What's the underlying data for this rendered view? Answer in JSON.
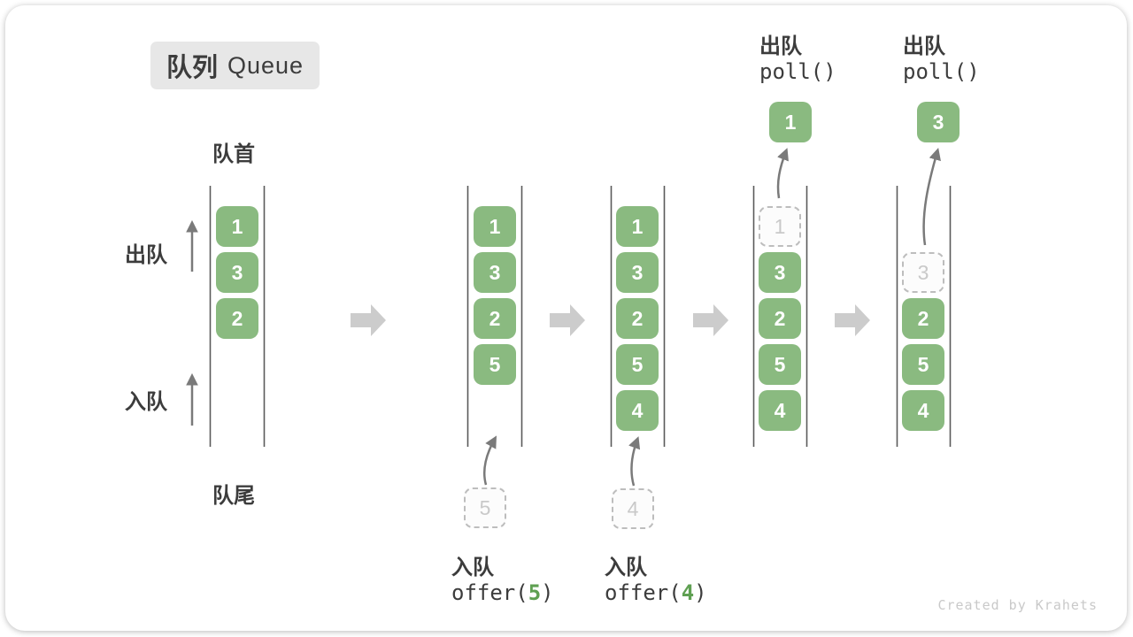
{
  "title": {
    "zh": "队列",
    "en": "Queue"
  },
  "side_labels": {
    "front": "队首",
    "rear": "队尾",
    "dequeue": "出队",
    "enqueue": "入队"
  },
  "queues": [
    {
      "name": "state-initial",
      "boxes": [
        "1",
        "3",
        "2"
      ]
    },
    {
      "name": "state-after-offer-5",
      "boxes": [
        "1",
        "3",
        "2",
        "5"
      ],
      "pending": "5"
    },
    {
      "name": "state-after-offer-4",
      "boxes": [
        "1",
        "3",
        "2",
        "5",
        "4"
      ],
      "pending": "4"
    },
    {
      "name": "state-after-poll-1",
      "removed": "1",
      "boxes": [
        "3",
        "2",
        "5",
        "4"
      ],
      "out": "1"
    },
    {
      "name": "state-after-poll-3",
      "removed": "3",
      "boxes": [
        "2",
        "5",
        "4"
      ],
      "out": "3"
    }
  ],
  "operations": {
    "enqueue5": {
      "label": "入队",
      "code_pre": "offer(",
      "code_arg": "5",
      "code_post": ")"
    },
    "enqueue4": {
      "label": "入队",
      "code_pre": "offer(",
      "code_arg": "4",
      "code_post": ")"
    },
    "poll1": {
      "label": "出队",
      "code": "poll()"
    },
    "poll2": {
      "label": "出队",
      "code": "poll()"
    }
  },
  "watermark": "Created by Krahets",
  "colors": {
    "box_green": "#8aba80",
    "box_text": "#ffffff",
    "dashed_border": "#bdbdbd",
    "dashed_bg": "#fcfcfc",
    "dashed_text": "#c9c9c9",
    "arrow_gray": "#cccccc",
    "line_gray": "#5a5a5a",
    "thin_arrow": "#7a7a7a",
    "text_dark": "#3c3c3c",
    "code_green": "#5fa052",
    "title_bg": "#e7e7e7",
    "watermark": "#c9c9c9"
  }
}
